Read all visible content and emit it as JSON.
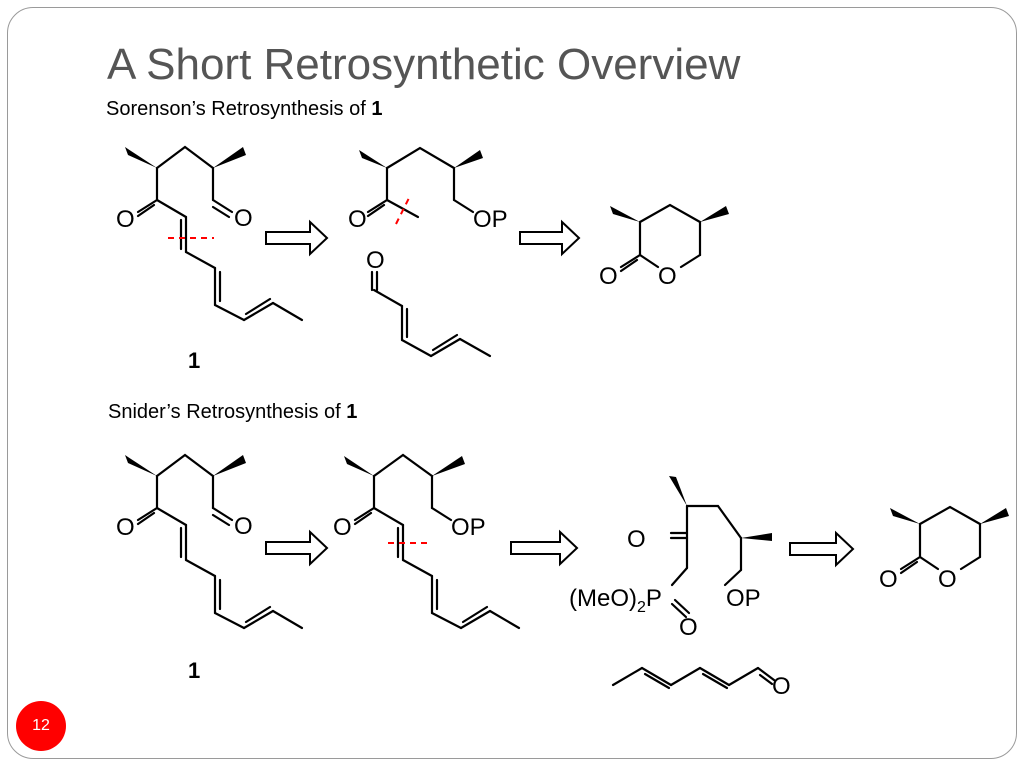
{
  "slide": {
    "title": "A Short Retrosynthetic Overview",
    "page_number": "12",
    "accent_color": "#ff0000",
    "title_color": "#555555"
  },
  "sorenson": {
    "heading_text": "Sorenson’s Retrosynthesis of ",
    "heading_compound": "1",
    "compound_label": "1"
  },
  "snider": {
    "heading_text": "Snider’s Retrosynthesis of ",
    "heading_compound": "1",
    "compound_label": "1"
  },
  "atoms": {
    "O": "O",
    "OP": "OP",
    "P": "P",
    "MeO2": "(MeO)",
    "sub2": "2"
  },
  "icons": [
    "retrosynthesis-arrow-icon",
    "disconnection-mark-icon",
    "wedge-bond-icon"
  ]
}
